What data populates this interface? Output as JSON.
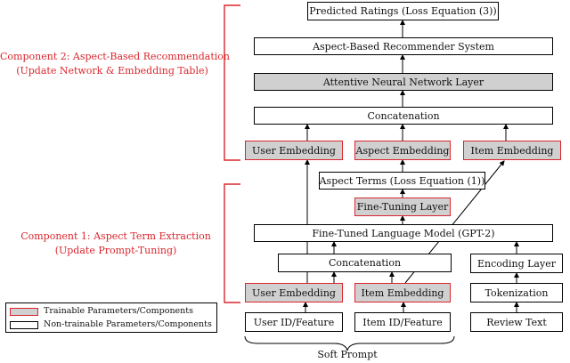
{
  "components": {
    "comp2": {
      "line1": "Component 2: Aspect-Based Recommendation",
      "line2": "(Update Network & Embedding Table)"
    },
    "comp1": {
      "line1": "Component 1: Aspect Term Extraction",
      "line2": "(Update Prompt-Tuning)"
    }
  },
  "nodes": {
    "predicted_ratings": "Predicted Ratings (Loss Equation (3))",
    "aspect_recommender": "Aspect-Based Recommender System",
    "attentive_layer": "Attentive Neural Network Layer",
    "concat_top": "Concatenation",
    "user_emb_top": "User Embedding",
    "aspect_emb": "Aspect Embedding",
    "item_emb_top": "Item Embedding",
    "aspect_terms": "Aspect Terms (Loss Equation (1))",
    "fine_tuning": "Fine-Tuning Layer",
    "gpt2": "Fine-Tuned Language Model (GPT-2)",
    "concat_bottom": "Concatenation",
    "encoding": "Encoding Layer",
    "user_emb_bottom": "User Embedding",
    "item_emb_bottom": "Item Embedding",
    "tokenization": "Tokenization",
    "user_id": "User ID/Feature",
    "item_id": "Item ID/Feature",
    "review_text": "Review Text"
  },
  "legend": {
    "trainable": "Trainable Parameters/Components",
    "non_trainable": "Non-trainable Parameters/Components"
  },
  "soft_prompt": "Soft Prompt",
  "colors": {
    "accent": "#d9262c",
    "trainable_fill": "#d0d0d0"
  }
}
